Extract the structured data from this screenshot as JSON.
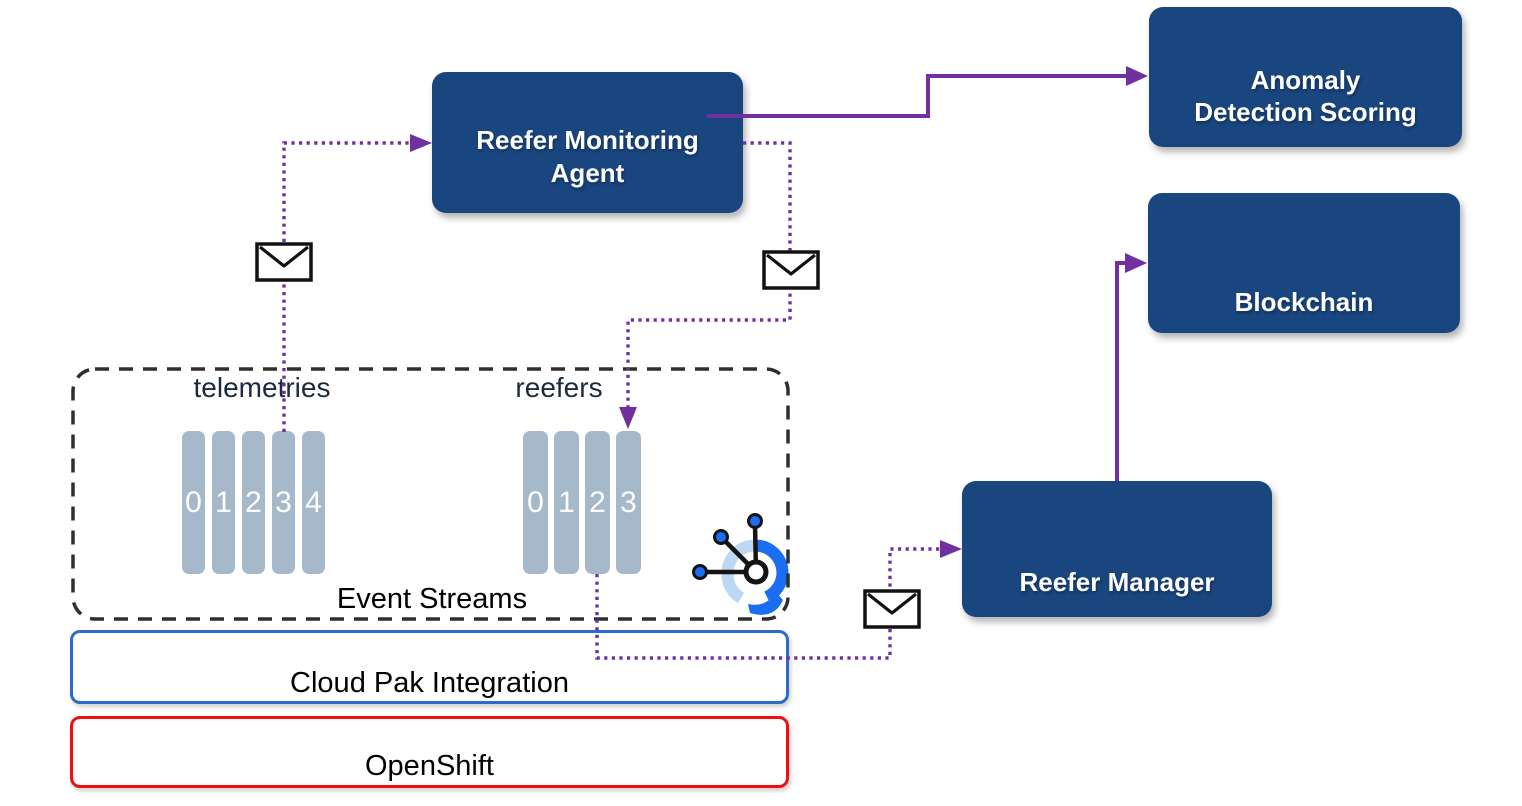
{
  "colors": {
    "node_fill": "#1A4680",
    "accent_purple": "#7030A0",
    "partition_fill": "#A5B9CA",
    "cloud_pak_border": "#2E6AC8",
    "openshift_border": "#F50D0D",
    "dashed_border": "#2E2E2E",
    "topic_label_color": "#1B2A3F",
    "logo_blue": "#1B6DF2",
    "logo_light_blue": "#BCD8F2"
  },
  "nodes": {
    "reefer_monitoring_agent": {
      "lines": [
        "Reefer Monitoring",
        "Agent"
      ]
    },
    "anomaly_detection_scoring": {
      "lines": [
        "Anomaly",
        "Detection Scoring"
      ]
    },
    "blockchain": {
      "lines": [
        "Blockchain"
      ]
    },
    "reefer_manager": {
      "lines": [
        "Reefer Manager"
      ]
    }
  },
  "event_streams": {
    "label": "Event Streams",
    "topics": [
      {
        "name": "telemetries",
        "partitions": [
          "0",
          "1",
          "2",
          "3",
          "4"
        ]
      },
      {
        "name": "reefers",
        "partitions": [
          "0",
          "1",
          "2",
          "3"
        ]
      }
    ],
    "logo": "event-streams-logo"
  },
  "platform": {
    "cloud_pak_label": "Cloud Pak Integration",
    "openshift_label": "OpenShift"
  },
  "icons": {
    "message": "envelope-icon"
  }
}
